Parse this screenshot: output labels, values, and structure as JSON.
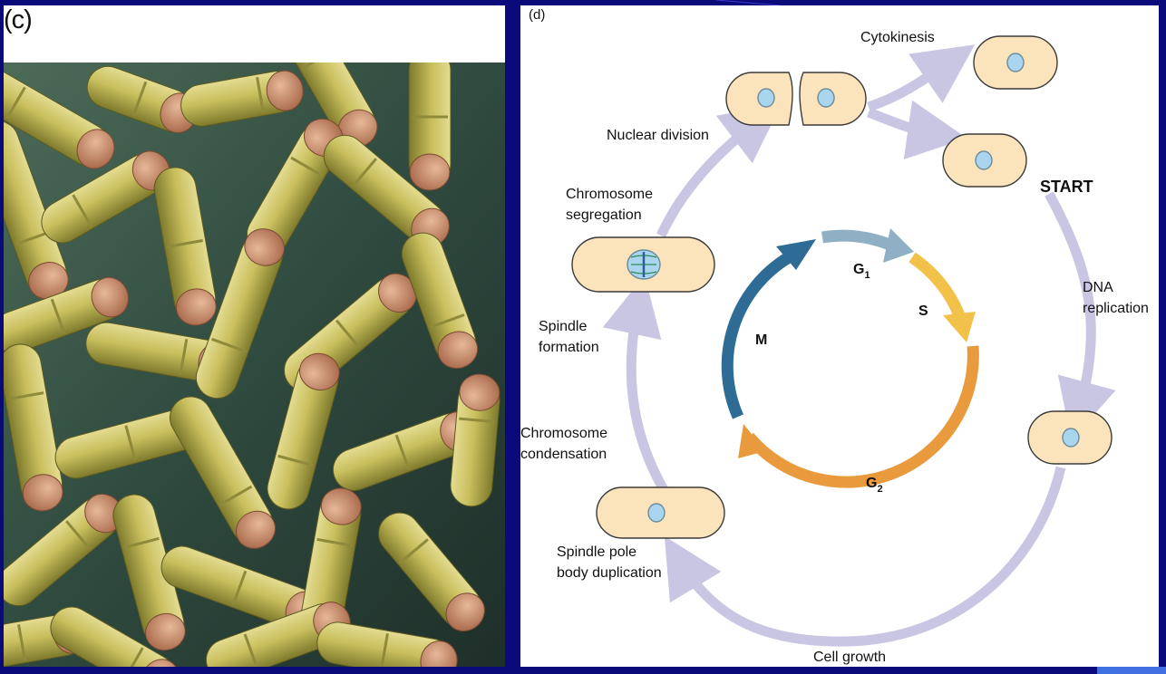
{
  "panel_c": {
    "label": "(c)"
  },
  "panel_d": {
    "label": "(d)",
    "outer_labels": {
      "cytokinesis": "Cytokinesis",
      "nuclear_division": "Nuclear division",
      "chromosome_segregation_1": "Chromosome",
      "chromosome_segregation_2": "segregation",
      "spindle_formation_1": "Spindle",
      "spindle_formation_2": "formation",
      "chromosome_condensation_1": "Chromosome",
      "chromosome_condensation_2": "condensation",
      "spindle_pole_1": "Spindle pole",
      "spindle_pole_2": "body duplication",
      "cell_growth": "Cell growth",
      "dna_replication_1": "DNA",
      "dna_replication_2": "replication",
      "start": "START"
    },
    "phases": {
      "g1": "G",
      "g1_sub": "1",
      "s": "S",
      "g2": "G",
      "g2_sub": "2",
      "m": "M"
    },
    "colors": {
      "outer_arrow": "#c9c6e4",
      "g1": "#8fb0c4",
      "s": "#f2c14a",
      "g2": "#e89a3c",
      "m": "#2f6c95",
      "cell_fill": "#fbe3bb",
      "nucleus": "#a9d6ee"
    }
  }
}
